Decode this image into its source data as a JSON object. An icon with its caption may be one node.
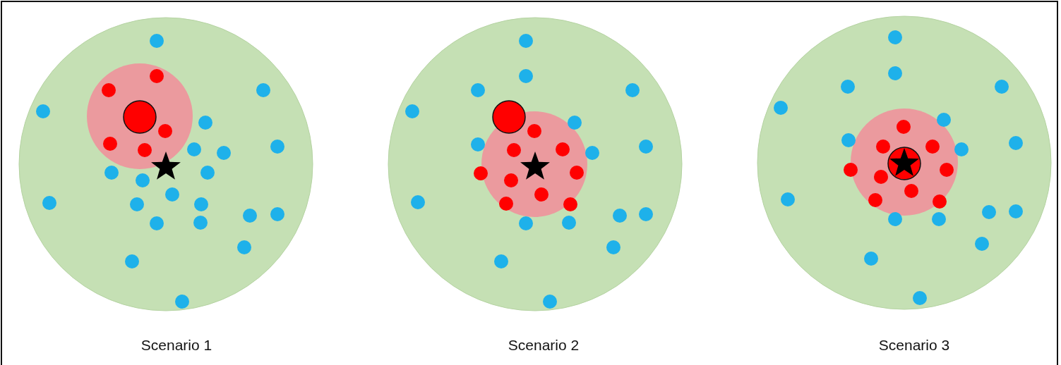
{
  "diagram": {
    "labels": [
      "Scenario 1",
      "Scenario 2",
      "Scenario 3"
    ]
  }
}
